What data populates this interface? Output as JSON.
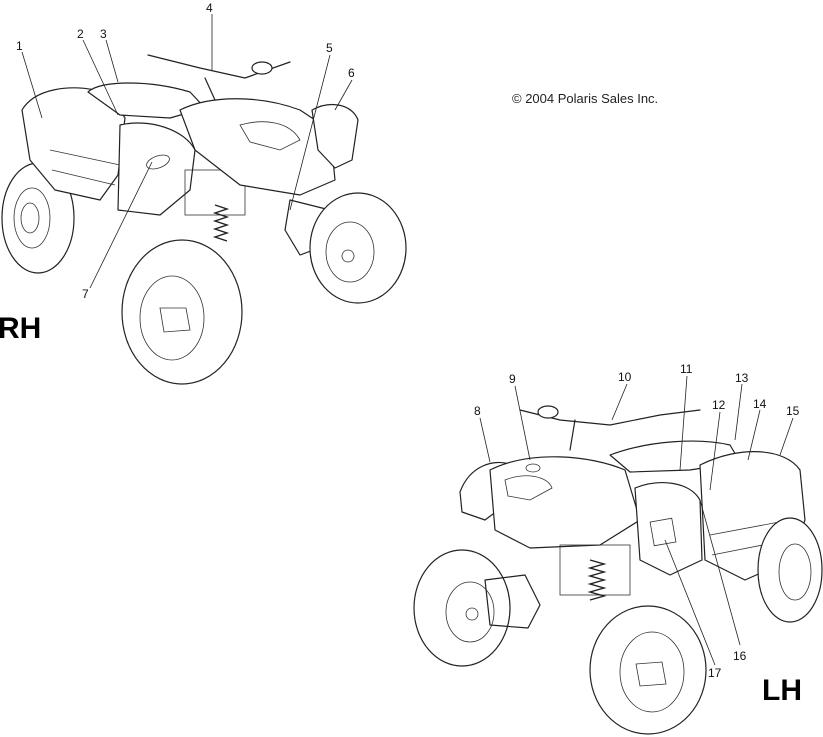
{
  "copyright": "© 2004 Polaris Sales Inc.",
  "views": {
    "rh": {
      "label": "RH"
    },
    "lh": {
      "label": "LH"
    }
  },
  "callouts": [
    "1",
    "2",
    "3",
    "4",
    "5",
    "6",
    "7",
    "8",
    "9",
    "10",
    "11",
    "12",
    "13",
    "14",
    "15",
    "16",
    "17"
  ]
}
